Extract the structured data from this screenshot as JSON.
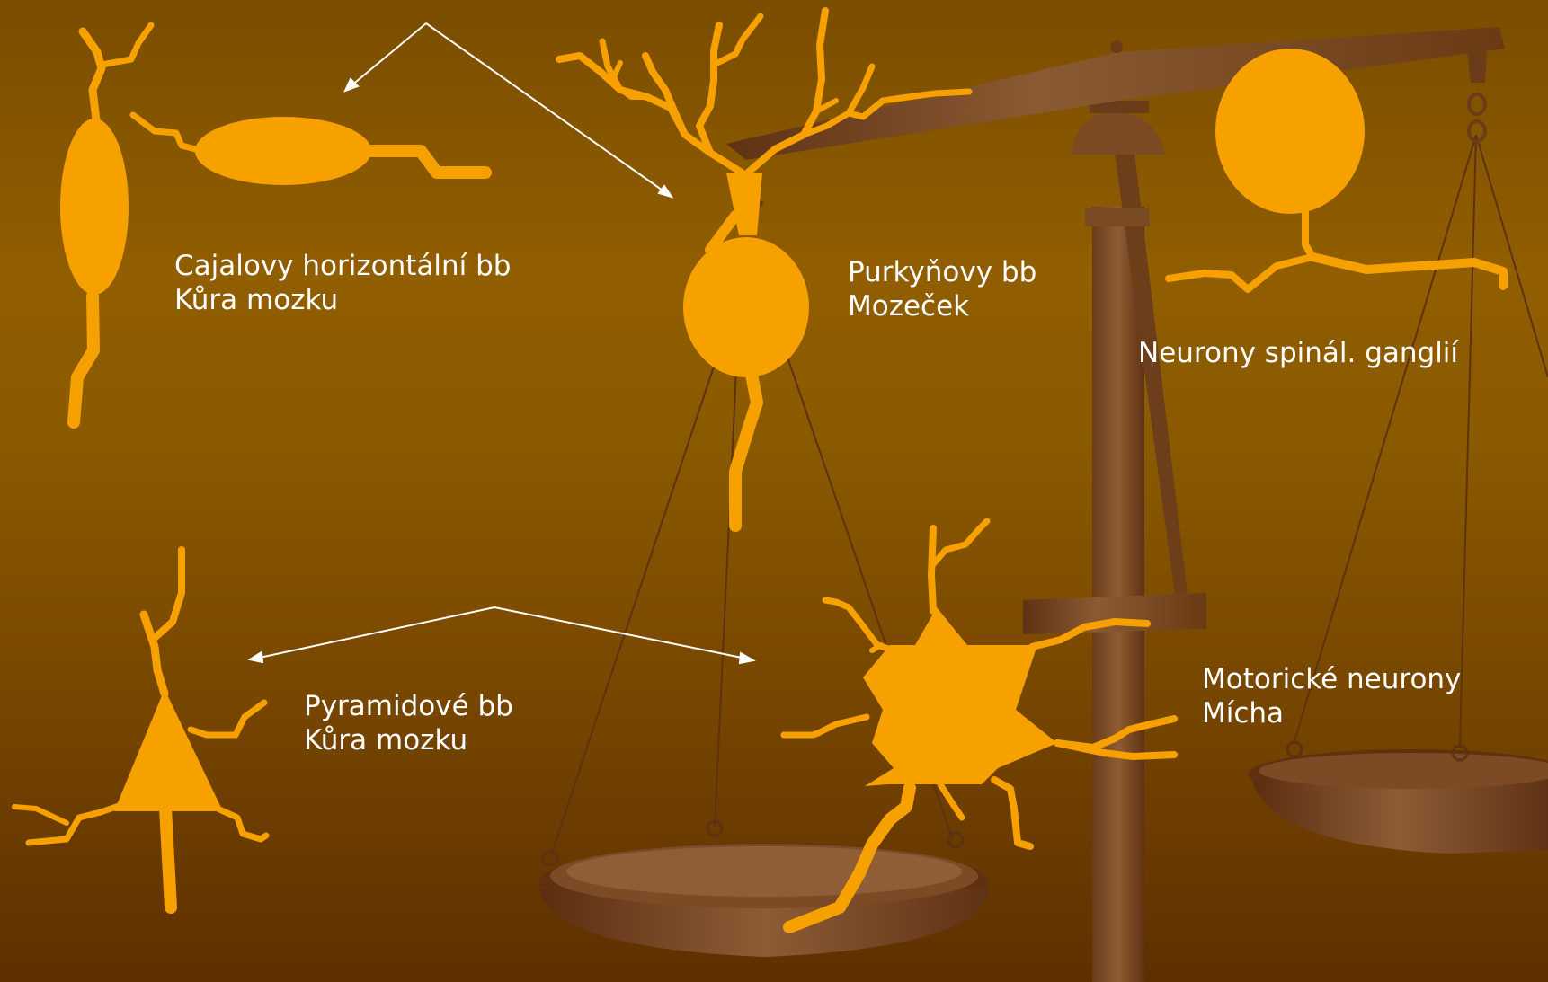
{
  "colors": {
    "neuron": "#f7a100",
    "text": "#ffffff",
    "arrow": "#ffffff",
    "balance_wood": "#7a4a22"
  },
  "labels": {
    "cajal": {
      "line1": "Cajalovy horizontální bb",
      "line2": "Kůra mozku"
    },
    "purkinje": {
      "line1": "Purkyňovy bb",
      "line2": "Mozeček"
    },
    "spinal": {
      "line1": "Neurony spinál. ganglií"
    },
    "pyramidal": {
      "line1": "Pyramidové bb",
      "line2": "Kůra mozku"
    },
    "motor": {
      "line1": "Motorické neurony",
      "line2": "Mícha"
    }
  }
}
